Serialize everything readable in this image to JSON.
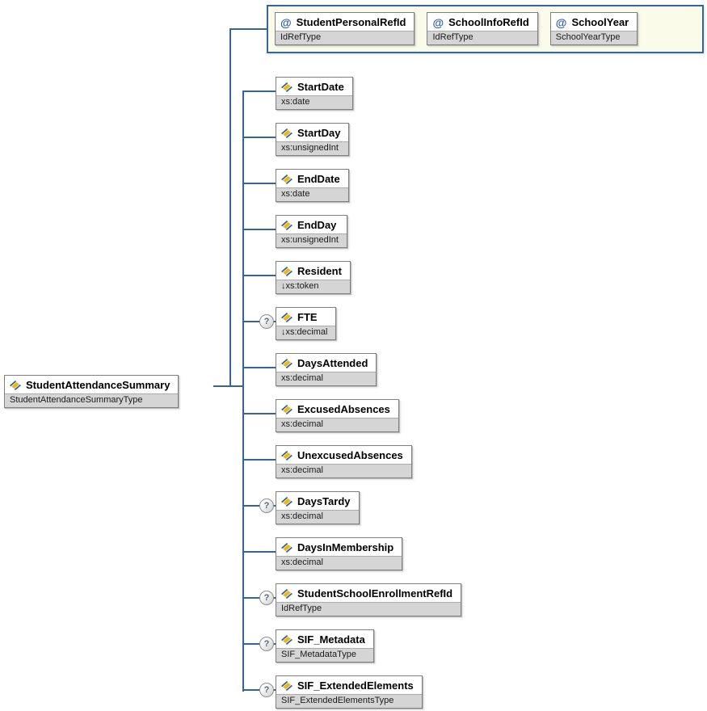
{
  "diagram": {
    "root": {
      "name": "StudentAttendanceSummary",
      "type": "StudentAttendanceSummaryType"
    },
    "attribute_group": {
      "attributes": [
        {
          "name": "StudentPersonalRefId",
          "type": "IdRefType"
        },
        {
          "name": "SchoolInfoRefId",
          "type": "IdRefType"
        },
        {
          "name": "SchoolYear",
          "type": "SchoolYearType"
        }
      ]
    },
    "elements": [
      {
        "name": "StartDate",
        "type": "xs:date",
        "optional": false
      },
      {
        "name": "StartDay",
        "type": "xs:unsignedInt",
        "optional": false
      },
      {
        "name": "EndDate",
        "type": "xs:date",
        "optional": false
      },
      {
        "name": "EndDay",
        "type": "xs:unsignedInt",
        "optional": false
      },
      {
        "name": "Resident",
        "type": "↓xs:token",
        "optional": false
      },
      {
        "name": "FTE",
        "type": "↓xs:decimal",
        "optional": true
      },
      {
        "name": "DaysAttended",
        "type": "xs:decimal",
        "optional": false
      },
      {
        "name": "ExcusedAbsences",
        "type": "xs:decimal",
        "optional": false
      },
      {
        "name": "UnexcusedAbsences",
        "type": "xs:decimal",
        "optional": false
      },
      {
        "name": "DaysTardy",
        "type": "xs:decimal",
        "optional": true
      },
      {
        "name": "DaysInMembership",
        "type": "xs:decimal",
        "optional": false
      },
      {
        "name": "StudentSchoolEnrollmentRefId",
        "type": "IdRefType",
        "optional": true
      },
      {
        "name": "SIF_Metadata",
        "type": "SIF_MetadataType",
        "optional": true
      },
      {
        "name": "SIF_ExtendedElements",
        "type": "SIF_ExtendedElementsType",
        "optional": true
      }
    ],
    "optional_indicator": "?",
    "attribute_marker": "@",
    "colors": {
      "connector": "#336699",
      "attribute_group_background": "#fbfbe9",
      "type_row_background": "#d5d5d5",
      "element_icon_blue": "#2b5fa3",
      "element_icon_yellow": "#f2b705"
    }
  }
}
